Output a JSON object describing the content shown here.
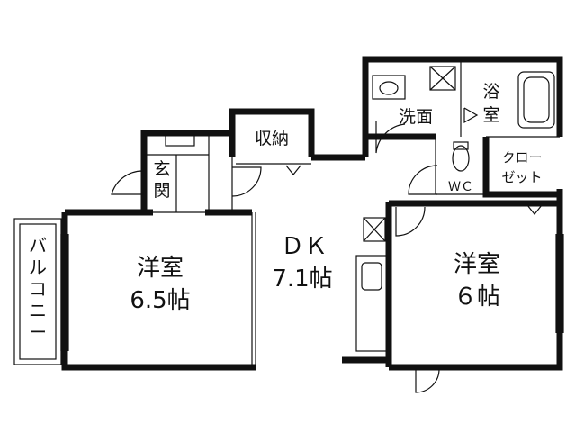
{
  "rooms": {
    "western_left": {
      "name": "洋室",
      "size": "6.5帖"
    },
    "dk": {
      "name": "ＤＫ",
      "size": "7.1帖"
    },
    "western_right": {
      "name": "洋室",
      "size": "６帖"
    },
    "entrance": {
      "chars": [
        "玄",
        "関"
      ]
    },
    "storage": {
      "name": "収納"
    },
    "washroom": {
      "name": "洗面"
    },
    "bath": {
      "chars": [
        "浴",
        "室"
      ]
    },
    "closet": {
      "line1": "クロー",
      "line2": "ゼット"
    },
    "wc": {
      "name": "ＷＣ"
    },
    "balcony": {
      "chars": [
        "バ",
        "ル",
        "コ",
        "ニ",
        "ー"
      ]
    }
  },
  "colors": {
    "wall": "#111111",
    "background": "#ffffff"
  }
}
